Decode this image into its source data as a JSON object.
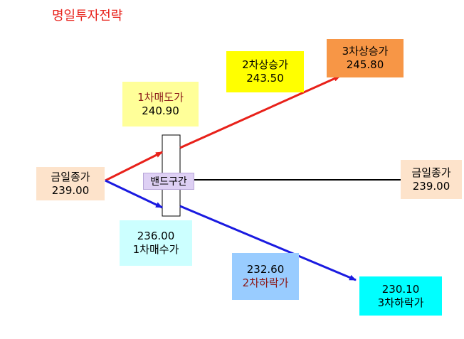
{
  "title": "명일투자전략",
  "today_close_left": {
    "label": "금일종가",
    "value": "239.00"
  },
  "today_close_right": {
    "label": "금일종가",
    "value": "239.00"
  },
  "sell1": {
    "label": "1차매도가",
    "value": "240.90"
  },
  "rise2": {
    "label": "2차상승가",
    "value": "243.50"
  },
  "rise3": {
    "label": "3차상승가",
    "value": "245.80"
  },
  "buy1": {
    "value": "236.00",
    "label": "1차매수가"
  },
  "fall2": {
    "value": "232.60",
    "label": "2차하락가"
  },
  "fall3": {
    "value": "230.10",
    "label": "3차하락가"
  },
  "band": {
    "label": "밴드구간"
  },
  "colors": {
    "up_line": "#e8211a",
    "down_line": "#1a1ae0",
    "flat_line": "#000000",
    "close_box": "#fde3cb",
    "sell_box": "#ffff99",
    "rise2_box": "#ffff00",
    "rise3_box": "#f79646",
    "buy_box": "#ccffff",
    "fall2_box": "#99ccff",
    "fall3_box": "#00ffff",
    "band_box": "#ded0f4",
    "title": "#e8211a"
  }
}
